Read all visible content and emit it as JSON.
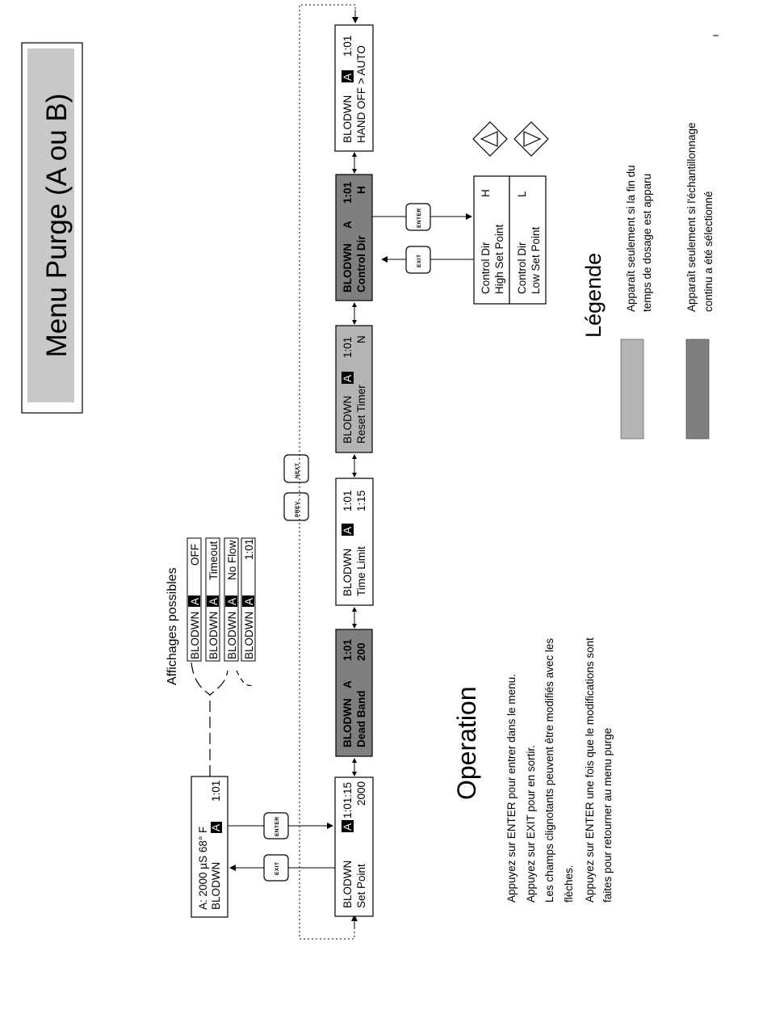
{
  "title": "Menu Purge (A ou B)",
  "main_display": {
    "line1": "A: 2000 µS    68° F",
    "line2_prefix": "BLODWN",
    "line2_badge": "A",
    "line2_time": "1:01"
  },
  "possible": {
    "heading": "Affichages possibles",
    "rows": [
      {
        "prefix": "BLODWN",
        "badge": "A",
        "value": "OFF"
      },
      {
        "prefix": "BLODWN",
        "badge": "A",
        "value": "Timeout"
      },
      {
        "prefix": "BLODWN",
        "badge": "A",
        "value": "No Flow"
      },
      {
        "prefix": "BLODWN",
        "badge": "A",
        "value": "1:01"
      }
    ]
  },
  "keys": {
    "enter": "ENTER",
    "exit": "EXIT",
    "prev": "PREV.",
    "next": "NEXT"
  },
  "menu": [
    {
      "line1_prefix": "BLODWN",
      "badge": "A",
      "line1_time": "1:01:15",
      "line2_label": "Set Point",
      "line2_value": "2000",
      "shade": "none"
    },
    {
      "line1_prefix": "BLODWN",
      "badge": "A",
      "line1_time": "1:01",
      "line2_label": "Dead Band",
      "line2_value": "200",
      "shade": "dark"
    },
    {
      "line1_prefix": "BLODWN",
      "badge": "A",
      "line1_time": "1:01",
      "line2_label": "Time Limit",
      "line2_value": "1:15",
      "shade": "none"
    },
    {
      "line1_prefix": "BLODWN",
      "badge": "A",
      "line1_time": "1:01",
      "line2_label": "Reset Timer",
      "line2_value": "N",
      "shade": "light"
    },
    {
      "line1_prefix": "BLODWN",
      "badge": "A",
      "line1_time": "1:01",
      "line2_label": "Control Dir",
      "line2_value": "H",
      "shade": "dark"
    },
    {
      "line1_prefix": "BLODWN",
      "badge": "A",
      "line1_time": "1:01",
      "line2_label": "HAND OFF > AUTO",
      "line2_value": "",
      "shade": "none"
    }
  ],
  "control_dir_options": [
    {
      "line1": "Control Dir",
      "line1_value": "H",
      "line2": "High Set Point"
    },
    {
      "line1": "Control Dir",
      "line1_value": "L",
      "line2": "Low Set Point"
    }
  ],
  "operation": {
    "heading": "Operation",
    "lines": [
      "Appuyez sur ENTER pour entrer dans le menu.",
      "Appuyez sur EXIT pour en sortir.",
      "Les champs clignotants peuvent être modifiés avec les",
      "flèches.",
      "Appuyez sur ENTER une fois que le modifications sont",
      "faites pour retourner au menu purge"
    ]
  },
  "legend": {
    "heading": "Légende",
    "items": [
      {
        "color": "#b4b4b4",
        "lines": [
          "Apparaît seulement si la fin du",
          "temps de dosage est apparu"
        ]
      },
      {
        "color": "#7f7f7f",
        "lines": [
          "Apparaît seulement si l'échantillonnage",
          "continu a été sélectionné"
        ]
      }
    ]
  },
  "colors": {
    "dark_fill": "#7f7f7f",
    "light_fill": "#b4b4b4",
    "title_fill": "#c8c8c8"
  }
}
